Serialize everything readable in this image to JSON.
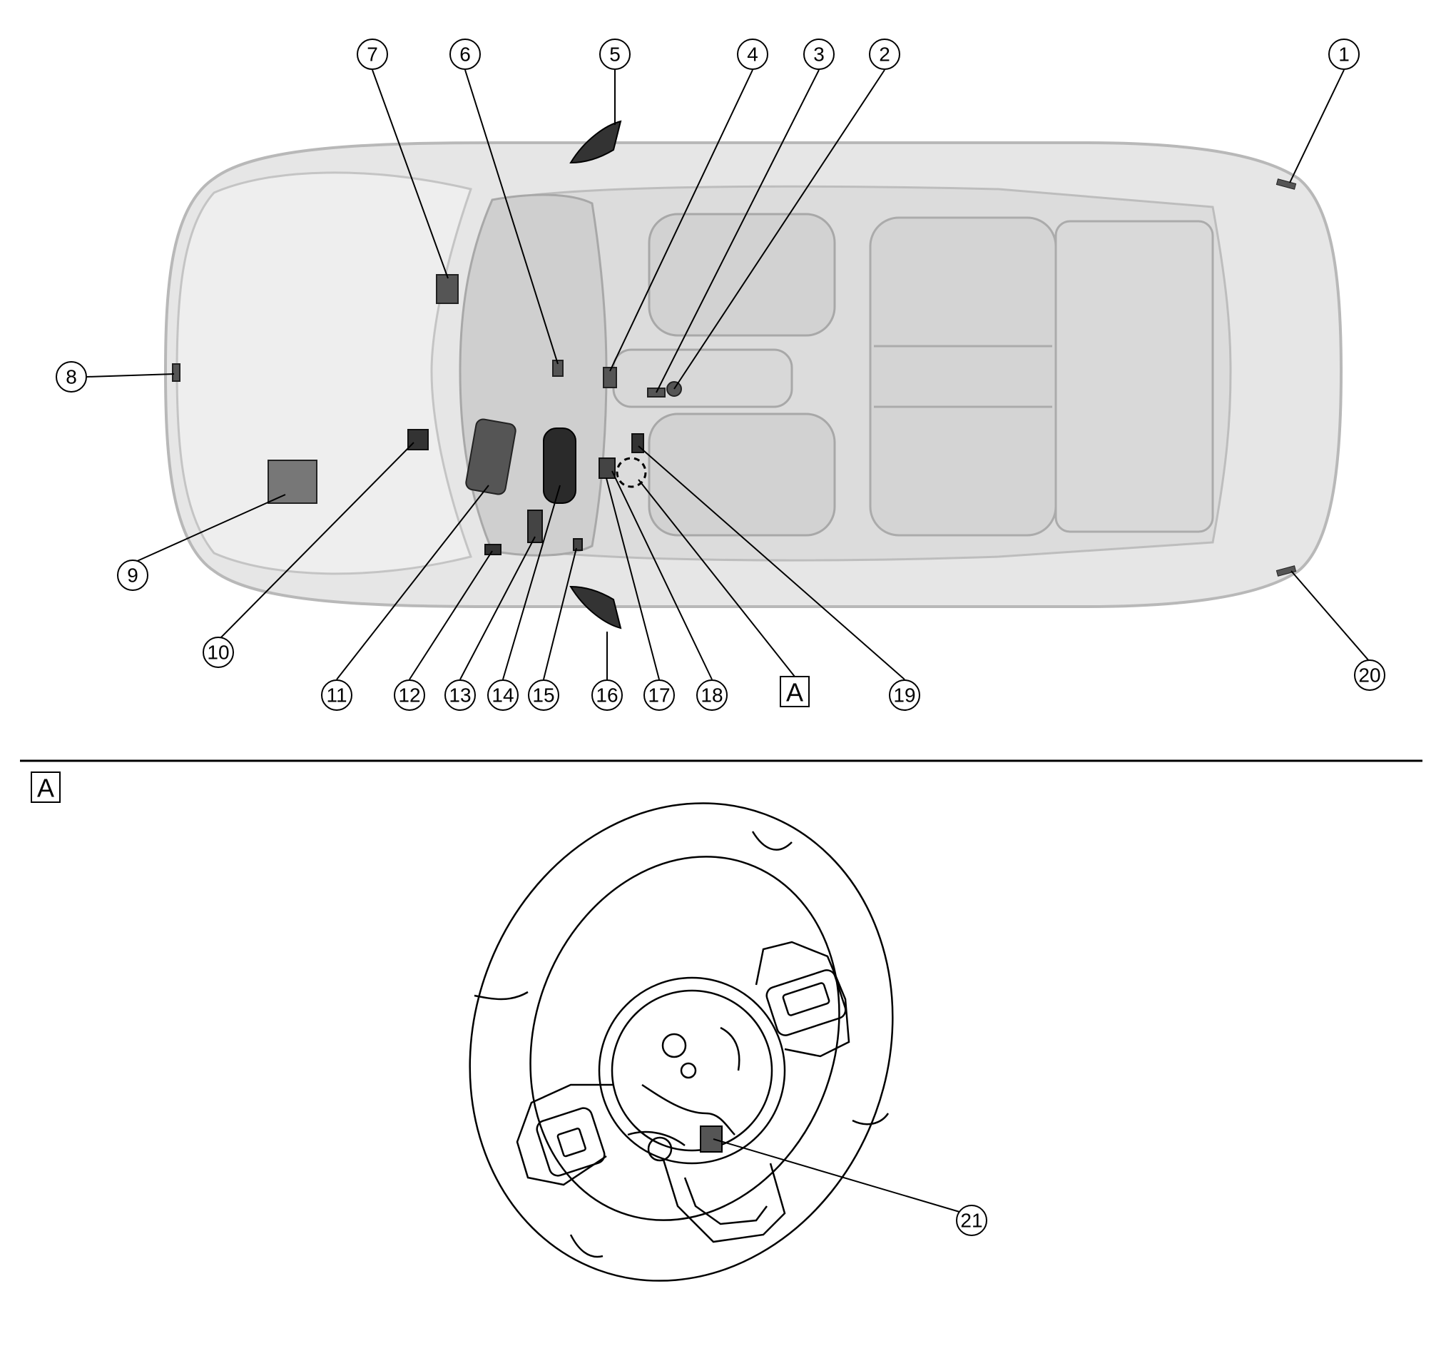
{
  "overview": {
    "callouts": [
      "1",
      "2",
      "3",
      "4",
      "5",
      "6",
      "7",
      "8",
      "9",
      "10",
      "11",
      "12",
      "13",
      "14",
      "15",
      "16",
      "17",
      "18",
      "19",
      "20"
    ],
    "detail_ref": "A"
  },
  "detail": {
    "label": "A",
    "callouts": [
      "21"
    ]
  }
}
